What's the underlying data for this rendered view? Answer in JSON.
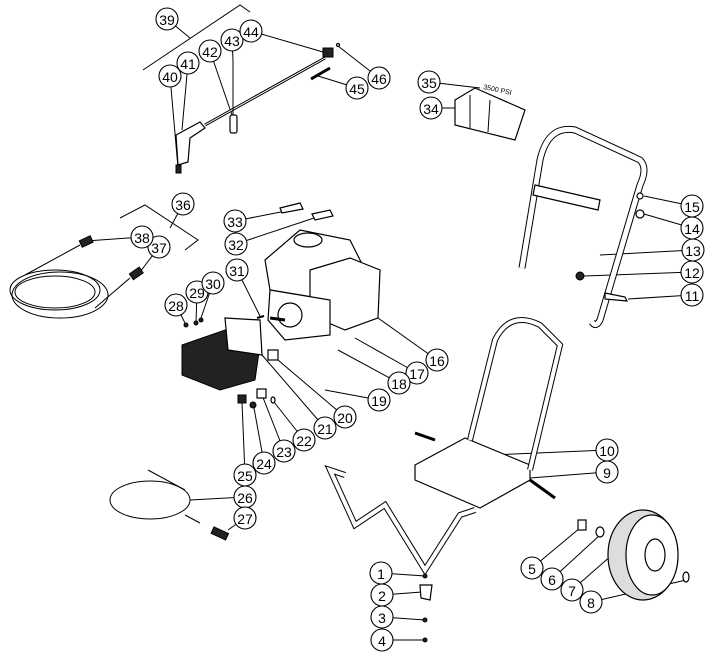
{
  "diagram": {
    "title": "Pressure washer exploded parts view",
    "decal_text": "3500 PSI",
    "callouts": [
      "1",
      "2",
      "3",
      "4",
      "5",
      "6",
      "7",
      "8",
      "9",
      "10",
      "11",
      "12",
      "13",
      "14",
      "15",
      "16",
      "17",
      "18",
      "19",
      "20",
      "21",
      "22",
      "23",
      "24",
      "25",
      "26",
      "27",
      "28",
      "29",
      "30",
      "31",
      "32",
      "33",
      "34",
      "35",
      "36",
      "37",
      "38",
      "39",
      "40",
      "41",
      "42",
      "43",
      "44",
      "45",
      "46"
    ]
  }
}
